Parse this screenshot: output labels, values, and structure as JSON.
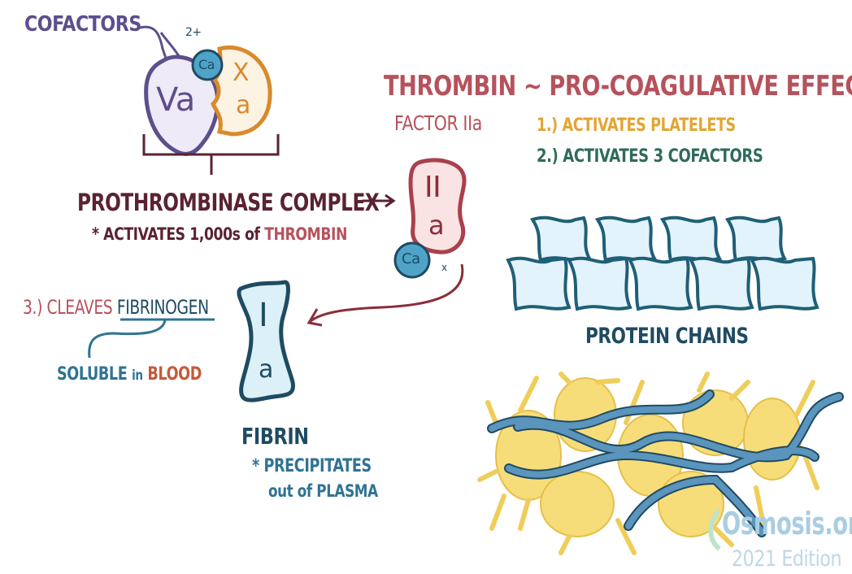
{
  "colors": {
    "purple": "#5d4e8c",
    "orange": "#d98a2c",
    "calcium_blue": "#4fa3c8",
    "maroon": "#5a2232",
    "thrombin_red": "#b6525c",
    "platelet_yellow": "#e2a532",
    "green": "#2f6b5c",
    "navy": "#1f4b62",
    "teal_blue": "#2f7393",
    "blood_orange": "#c55a3a",
    "watermark": "#a9cde2"
  },
  "complex": {
    "cofactors_label": "COFACTORS",
    "va_label": "Va",
    "xa_label_x": "X",
    "xa_label_a": "a",
    "ca_label": "Ca",
    "ca_charge": "2+",
    "title": "PROTHROMBINASE COMPLEX",
    "note_prefix": "* ACTIVATES 1,000s of ",
    "note_highlight": "THROMBIN"
  },
  "thrombin": {
    "title": "THROMBIN ~ PRO-COAGULATIVE EFFECTS",
    "subtitle": "FACTOR IIa",
    "effect_1": "1.) ACTIVATES PLATELETS",
    "effect_2": "2.) ACTIVATES 3 COFACTORS",
    "iia_label_top": "II",
    "iia_label_bottom": "a",
    "ca_label": "Ca",
    "ca_mark": "x"
  },
  "fibrinogen": {
    "prefix": "3.) CLEAVES ",
    "highlight": "FIBRINOGEN",
    "soluble": "SOLUBLE",
    "in": "in",
    "blood": "BLOOD"
  },
  "fibrin": {
    "ia_top": "I",
    "ia_bottom": "a",
    "title": "FIBRIN",
    "note_line1": "* PRECIPITATES",
    "note_line2": "out of PLASMA"
  },
  "protein_chains": {
    "label": "PROTEIN CHAINS"
  },
  "watermark": {
    "brand": "Osmosis.org",
    "edition": "2021 Edition"
  }
}
